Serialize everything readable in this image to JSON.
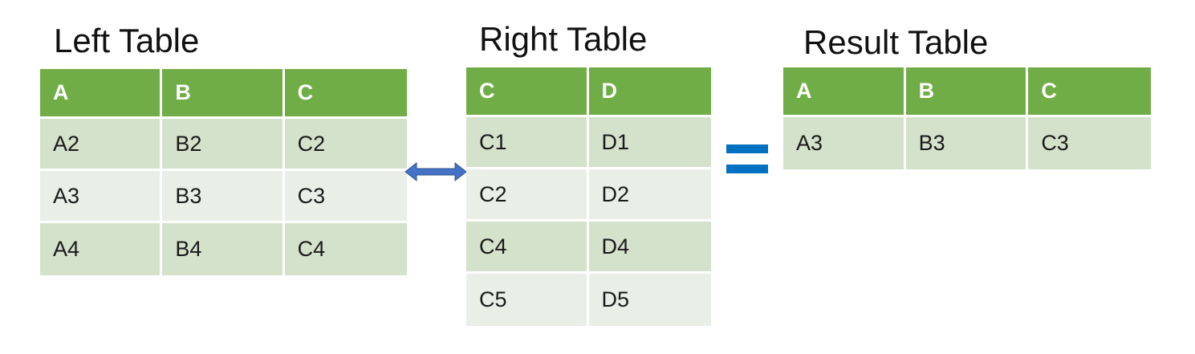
{
  "left": {
    "title": "Left Table",
    "headers": [
      "A",
      "B",
      "C"
    ],
    "rows": [
      [
        "A2",
        "B2",
        "C2"
      ],
      [
        "A3",
        "B3",
        "C3"
      ],
      [
        "A4",
        "B4",
        "C4"
      ]
    ]
  },
  "right": {
    "title": "Right Table",
    "headers": [
      "C",
      "D"
    ],
    "rows": [
      [
        "C1",
        "D1"
      ],
      [
        "C2",
        "D2"
      ],
      [
        "C4",
        "D4"
      ],
      [
        "C5",
        "D5"
      ]
    ]
  },
  "result": {
    "title": "Result Table",
    "headers": [
      "A",
      "B",
      "C"
    ],
    "rows": [
      [
        "A3",
        "B3",
        "C3"
      ]
    ]
  },
  "icons": {
    "join": "double-arrow-icon",
    "equals": "equals-icon"
  },
  "colors": {
    "header": "#70ad47",
    "row_dark": "#d4e1cb",
    "row_light": "#e9efe6",
    "arrow": "#4472c4",
    "equals": "#0070c0"
  }
}
